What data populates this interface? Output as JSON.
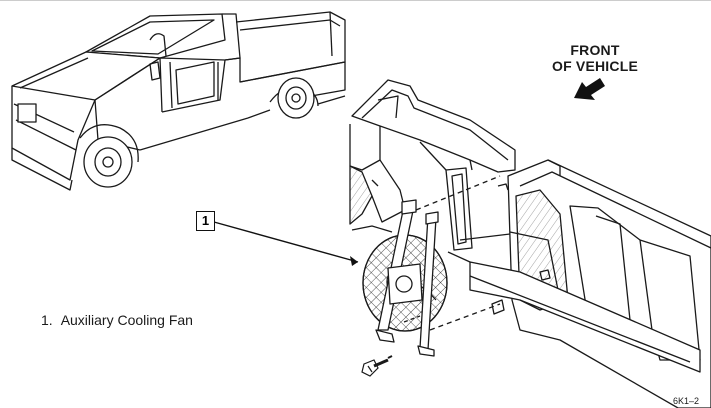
{
  "direction_label": {
    "line1": "FRONT",
    "line2": "OF VEHICLE"
  },
  "callout": {
    "number": "1"
  },
  "legend": [
    {
      "number": "1.",
      "text": "Auxiliary Cooling Fan"
    }
  ],
  "figure_code": "6K1–2",
  "colors": {
    "line": "#1a1a1a",
    "background": "#ffffff"
  }
}
